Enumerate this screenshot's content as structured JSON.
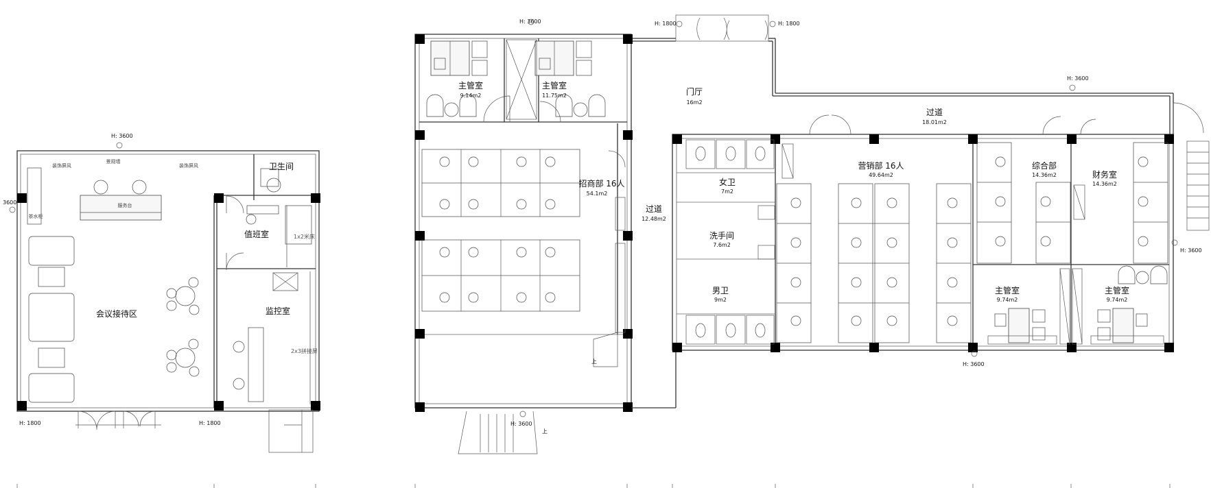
{
  "rooms": [
    {
      "id": "reception",
      "name": "会议接待区",
      "area": ""
    },
    {
      "id": "restroom-left",
      "name": "卫生间",
      "area": ""
    },
    {
      "id": "duty-room",
      "name": "值班室",
      "area": ""
    },
    {
      "id": "monitor-room",
      "name": "监控室",
      "area": ""
    },
    {
      "id": "mgr-1",
      "name": "主管室",
      "area": "9.14m2"
    },
    {
      "id": "mgr-2",
      "name": "主管室",
      "area": "11.75m2"
    },
    {
      "id": "investment",
      "name": "招商部 16人",
      "area": "54.1m2"
    },
    {
      "id": "corridor-1",
      "name": "过道",
      "area": "12.48m2"
    },
    {
      "id": "lobby",
      "name": "门厅",
      "area": "16m2"
    },
    {
      "id": "corridor-2",
      "name": "过道",
      "area": "18.01m2"
    },
    {
      "id": "womens",
      "name": "女卫",
      "area": "7m2"
    },
    {
      "id": "washroom",
      "name": "洗手间",
      "area": "7.6m2"
    },
    {
      "id": "mens",
      "name": "男卫",
      "area": "9m2"
    },
    {
      "id": "sales",
      "name": "营销部 16人",
      "area": "49.64m2"
    },
    {
      "id": "general",
      "name": "综合部",
      "area": "14.36m2"
    },
    {
      "id": "finance",
      "name": "财务室",
      "area": "14.36m2"
    },
    {
      "id": "mgr-3",
      "name": "主管室",
      "area": "9.74m2"
    },
    {
      "id": "mgr-4",
      "name": "主管室",
      "area": "9.74m2"
    }
  ],
  "elevations": {
    "h3600": "H: 3600",
    "h1800": "H: 1800",
    "side3600": "3600"
  },
  "notes": {
    "front_desk": "服务台",
    "bed": "1x2米床",
    "tv_wall": "2x3拼接屏",
    "deco_screen": "装饰屏风",
    "display": "景观墙",
    "water": "茶水柜",
    "up": "上"
  }
}
